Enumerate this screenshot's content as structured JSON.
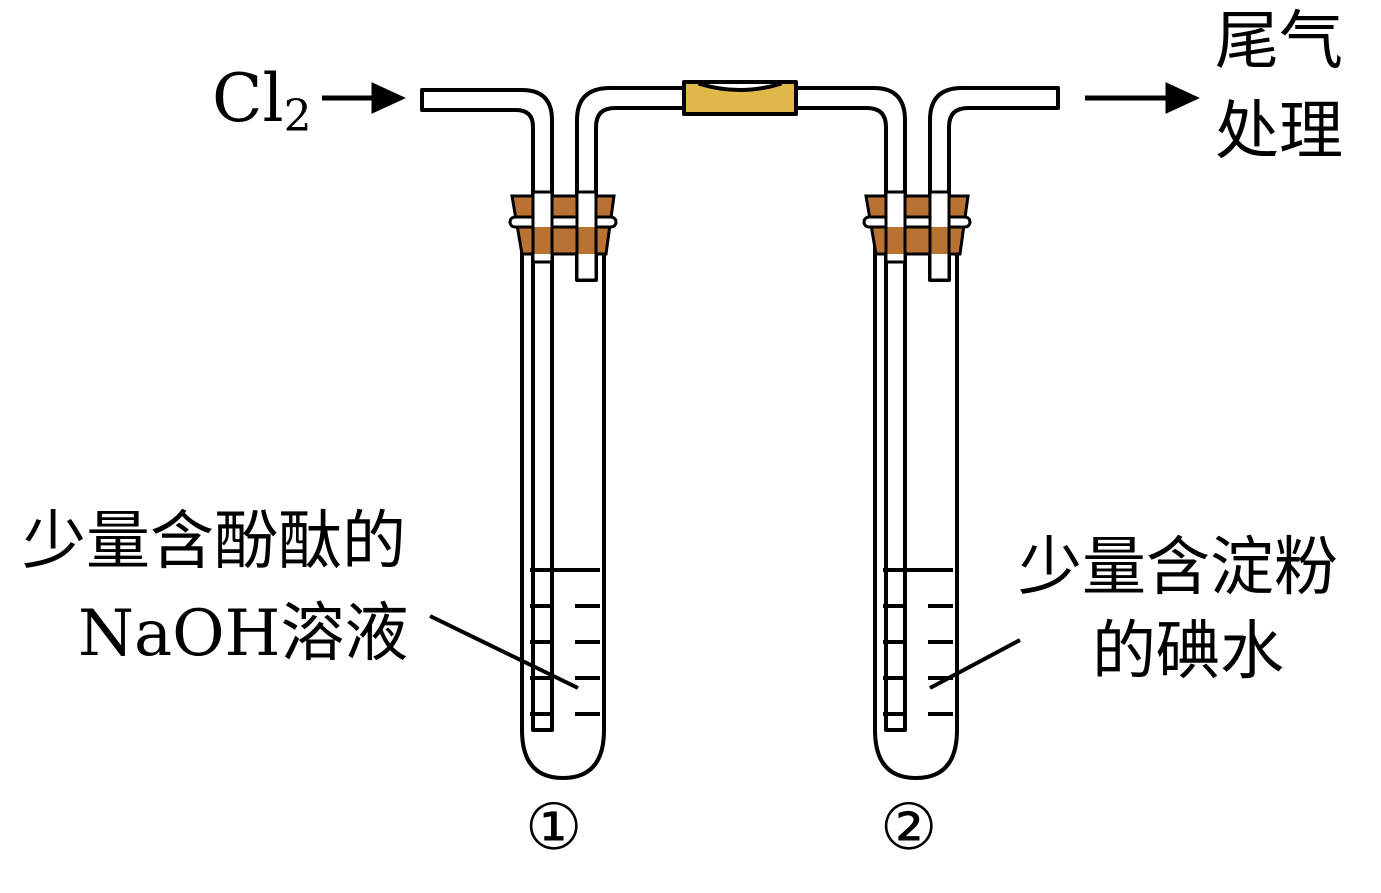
{
  "labels": {
    "gas_in": "Cl",
    "gas_in_sub": "2",
    "tail_gas_line1": "尾气",
    "tail_gas_line2": "处理",
    "tube1_line1": "少量含酚酞的",
    "tube1_line2": "NaOH溶液",
    "tube2_line1": "少量含淀粉",
    "tube2_line2": "的碘水",
    "tube1_number": "①",
    "tube2_number": "②"
  },
  "colors": {
    "stopper": "#b87333",
    "rubber_connector": "#e0b84a",
    "line": "#000000",
    "glass_fill": "#ffffff"
  }
}
